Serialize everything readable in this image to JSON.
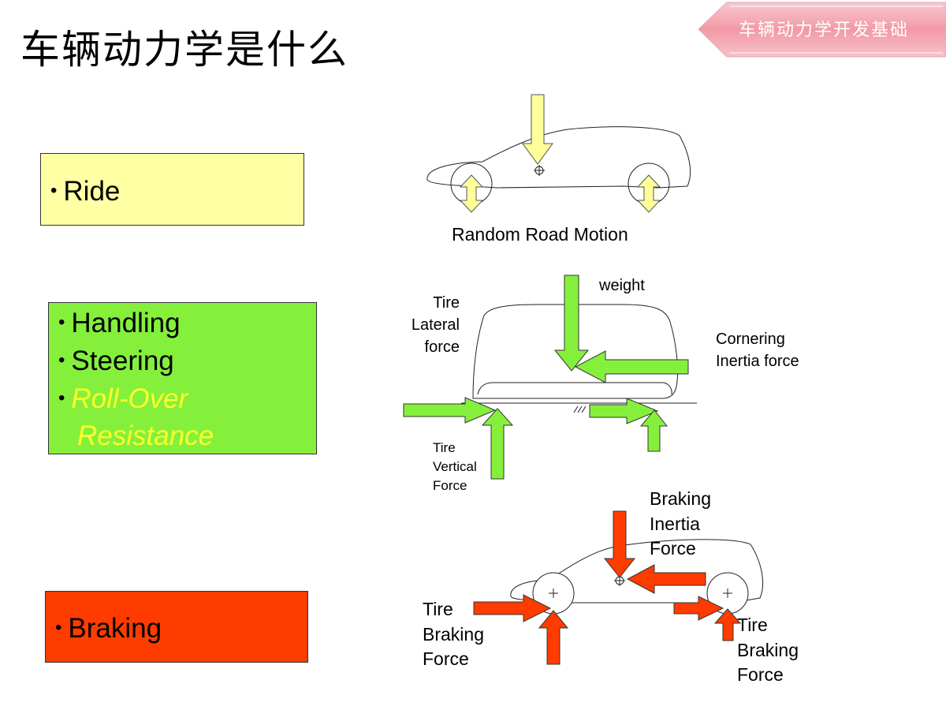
{
  "title": "车辆动力学是什么",
  "corner_tag": "车辆动力学开发基础",
  "boxes": {
    "ride": {
      "items": [
        "Ride"
      ],
      "color": "#ffffa3"
    },
    "handling": {
      "items": [
        "Handling",
        "Steering",
        "Roll-Over",
        "Resistance"
      ],
      "color": "#85f03c",
      "highlight_color": "#ffff2a"
    },
    "braking": {
      "items": [
        "Braking"
      ],
      "color": "#ff3c00"
    }
  },
  "diagrams": {
    "ride": {
      "caption": "Random Road Motion",
      "arrow_color": "#ffff99"
    },
    "handling": {
      "weight": "weight",
      "tire_lateral": "Tire Lateral force",
      "cornering": "Cornering Inertia force",
      "tire_vertical": "Tire Vertical Force",
      "arrow_color": "#85f03c"
    },
    "braking": {
      "inertia": "Braking Inertia Force",
      "tire_left": "Tire Braking Force",
      "tire_right": "Tire Braking Force",
      "arrow_color": "#ff3c00"
    }
  }
}
